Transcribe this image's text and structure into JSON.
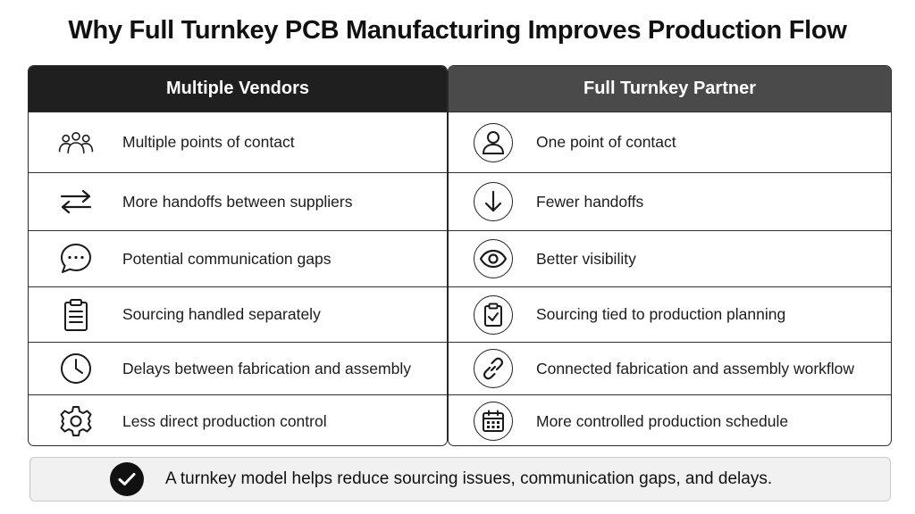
{
  "title": "Why Full Turnkey PCB Manufacturing Improves Production Flow",
  "left_panel": {
    "header": "Multiple Vendors",
    "rows": [
      {
        "icon": "people-group-icon",
        "label": "Multiple points of contact"
      },
      {
        "icon": "arrows-exchange-icon",
        "label": "More handoffs between suppliers"
      },
      {
        "icon": "chat-bubble-icon",
        "label": "Potential communication gaps"
      },
      {
        "icon": "clipboard-icon",
        "label": "Sourcing handled separately"
      },
      {
        "icon": "clock-icon",
        "label": "Delays between fabrication and assembly"
      },
      {
        "icon": "gear-icon",
        "label": "Less direct production control"
      }
    ]
  },
  "right_panel": {
    "header": "Full Turnkey Partner",
    "rows": [
      {
        "icon": "person-icon",
        "label": "One point of contact"
      },
      {
        "icon": "arrow-down-icon",
        "label": "Fewer handoffs"
      },
      {
        "icon": "eye-icon",
        "label": "Better visibility"
      },
      {
        "icon": "clipboard-check-icon",
        "label": "Sourcing tied to production planning"
      },
      {
        "icon": "link-icon",
        "label": "Connected fabrication and assembly workflow"
      },
      {
        "icon": "calendar-icon",
        "label": "More controlled production schedule"
      }
    ]
  },
  "banner": {
    "icon": "checkmark-icon",
    "text": "A turnkey model helps reduce sourcing issues, communication gaps, and delays."
  },
  "colors": {
    "left_header_bg": "#1f1f1f",
    "right_header_bg": "#4a4a4a",
    "border": "#2a2a2a",
    "banner_bg": "#f1f1f1"
  }
}
